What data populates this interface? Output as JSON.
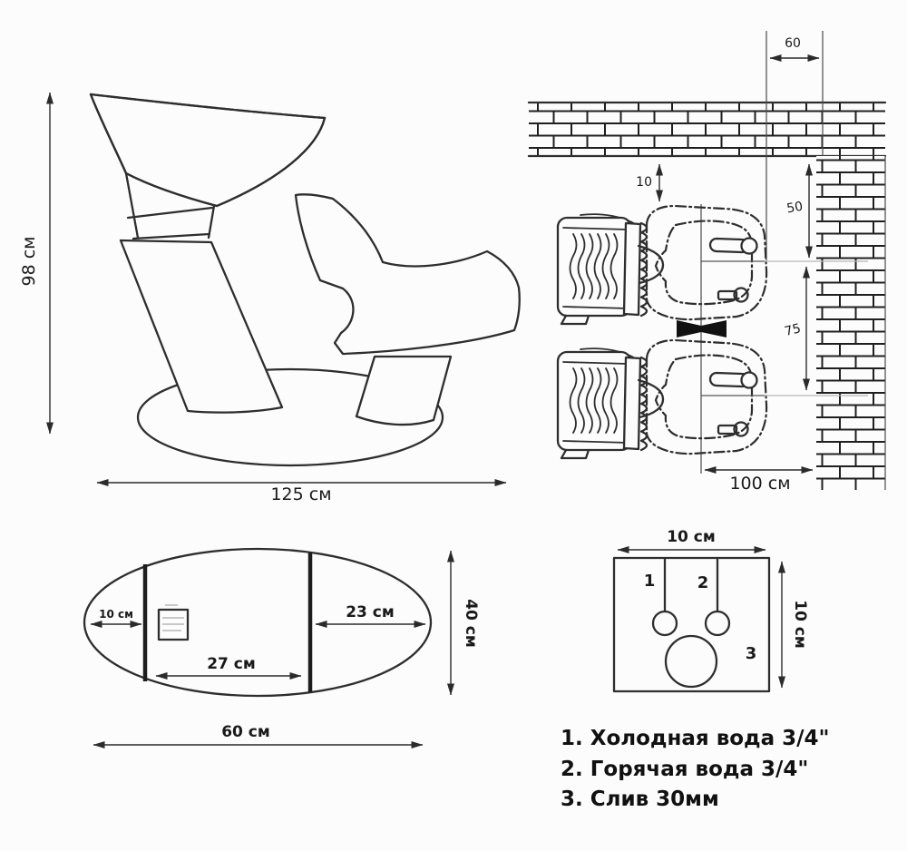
{
  "colors": {
    "background": "#fcfcfc",
    "line": "#2e2e2e",
    "black_fill": "#111111",
    "centerline_gray": "#b5b5b5"
  },
  "side_view": {
    "height_label": "98 см",
    "width_label": "125 см"
  },
  "top_view": {
    "wall_gap_label": "60",
    "clearance_label": "10",
    "first_offset_label": "50",
    "unit_spacing_label": "75",
    "aisle_label": "100 см"
  },
  "footprint_view": {
    "left_label": "10 см",
    "center_label": "27 см",
    "right_label": "23 см",
    "depth_label": "40 см",
    "width_label": "60 см"
  },
  "connection_view": {
    "width_label": "10 см",
    "height_label": "10 см",
    "point1_label": "1",
    "point2_label": "2",
    "point3_label": "3"
  },
  "legend": {
    "items": [
      "1. Холодная вода 3/4\"",
      "2. Горячая вода 3/4\"",
      "3. Слив 30мм"
    ]
  }
}
